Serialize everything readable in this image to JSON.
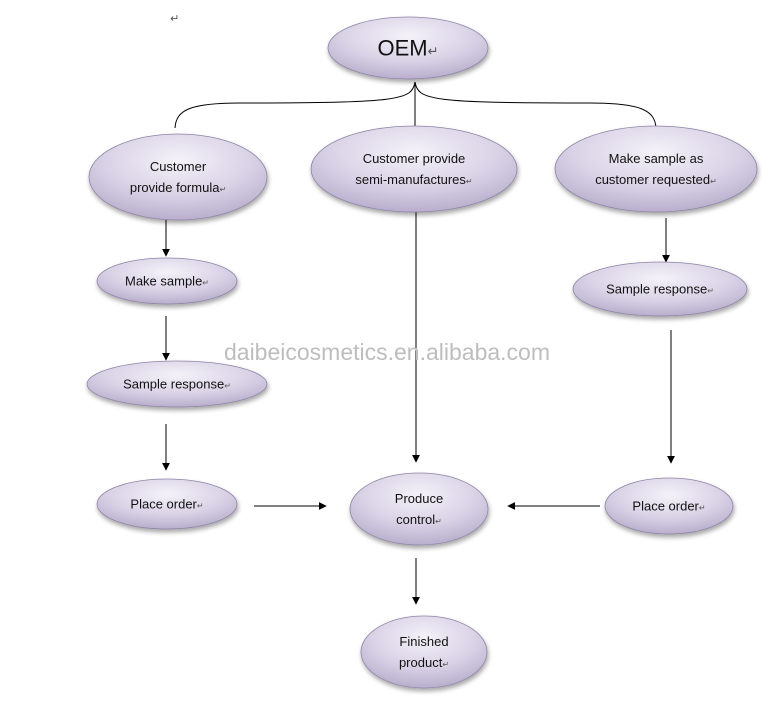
{
  "watermark": "daibeicosmetics.en.alibaba.com",
  "paragraph_mark": "↵",
  "nodes": {
    "oem": {
      "lines": [
        "OEM"
      ]
    },
    "customer_formula": {
      "lines": [
        "Customer",
        "provide formula"
      ]
    },
    "semi_manufactures": {
      "lines": [
        "Customer  provide",
        "semi-manufactures"
      ]
    },
    "make_sample_requested": {
      "lines": [
        "Make sample as",
        "customer requested"
      ]
    },
    "make_sample": {
      "lines": [
        "Make sample"
      ]
    },
    "sample_response_left": {
      "lines": [
        "Sample response"
      ]
    },
    "sample_response_right": {
      "lines": [
        "Sample response"
      ]
    },
    "place_order_left": {
      "lines": [
        "Place order"
      ]
    },
    "place_order_right": {
      "lines": [
        "Place order"
      ]
    },
    "produce_control": {
      "lines": [
        "Produce",
        "control"
      ]
    },
    "finished_product": {
      "lines": [
        "Finished",
        "product"
      ]
    }
  },
  "colors": {
    "ellipse_light": "#f4f2f8",
    "ellipse_dark": "#b3a8c8",
    "ellipse_stroke": "#8e84a6",
    "line": "#000000"
  }
}
